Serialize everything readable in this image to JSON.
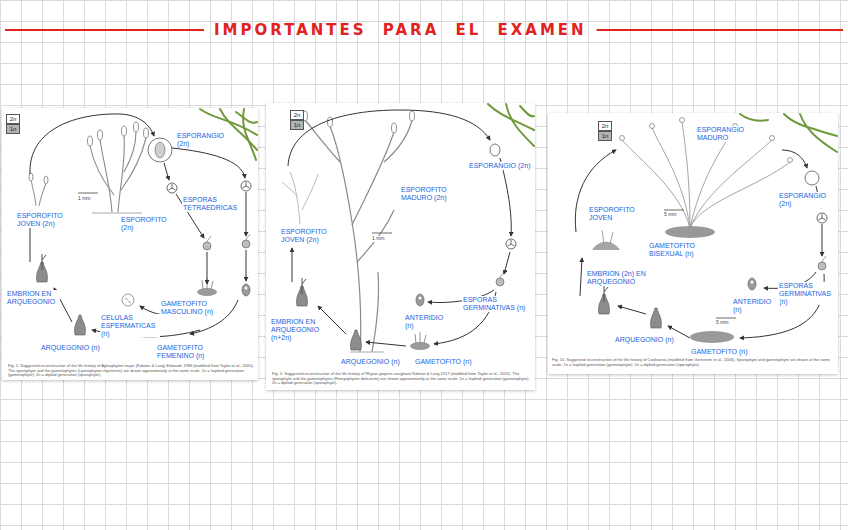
{
  "diagram": {
    "title": "IMPORTANTES PARA EL EXAMEN",
    "labels": [
      "ESPORANGIO (2n)",
      "ESPORAS TETRAEDRICAS",
      "ESPOROFITO JOVEN (2n)",
      "ESPOROFITO (2n)",
      "EMBRION EN ARQUEGONIO",
      "CELULAS ESPERMATICAS (n)",
      "GAMETOFITO MASCULINO (n)",
      "ARQUEGONIO (n)",
      "GAMETOFITO FEMENINO (n)",
      "1 mm",
      "Fig. 2. Suggested reconstruction of the life history of Aglaophyton major (Kidston & Lang) Edwards 1986 (modified from Taylor et al., 2005). The sporophyte and the gametophytes (Lyonophyton rhyniensis) are drawn approximately at the same scale. 1n = haploid generation (gametophyte); 2n = diploid generation (sporophyte).",
      "ESPORANGIO (2n)",
      "ESPOROFITO MADURO (2n)",
      "ESPOROFITO JOVEN (2n)",
      "ESPORAS GERMINATIVAS (n)",
      "ANTERIDIO (n)",
      "EMBRION EN ARQUEGONIO (n+2n)",
      "ARQUEGONIO (n)",
      "GAMETOFITO (n)",
      "1 mm",
      "Fig. 3. Suggested reconstruction of the life history of Rhynia gwynne-vaughanii Kidston & Lang 1917 (modified from Taylor et al., 2005). The sporophyte and the gametophytes (Remyophyton delicatum) are shown approximately at the same scale. 1n = haploid generation (gametophyte); 2n = diploid generation (sporophyte).",
      "ESPORANGIO MADURO",
      "ESPORANGIO (2n)",
      "ESPOROFITO JOVEN",
      "GAMETOFITO BISEXUAL (n)",
      "EMBRION (2n) EN ARQUEGONIO",
      "ESPORAS GERMINATIVAS (n)",
      "ANTERIDIO (n)",
      "ARQUEGONIO (n)",
      "GAMETOFITO (n)",
      "5 mm",
      "5 mm",
      "Fig. 10. Suggested reconstruction of the life history of Cooksonia (modified from Gerrienne et al., 2006). Sporophyte and gametophyte are drawn at the same scale. 1n = haploid generation (gametophyte); 2n = diploid generation (sporophyte)."
    ],
    "legend": [
      {
        "text": "2n",
        "color": "#ffffff"
      },
      {
        "text": "1n",
        "color": "#b3b3b3"
      },
      {
        "text": "2n",
        "color": "#ffffff"
      },
      {
        "text": "1n",
        "color": "#b3b3b3"
      },
      {
        "text": "2n",
        "color": "#ffffff"
      },
      {
        "text": "1n",
        "color": "#b3b3b3"
      }
    ]
  }
}
